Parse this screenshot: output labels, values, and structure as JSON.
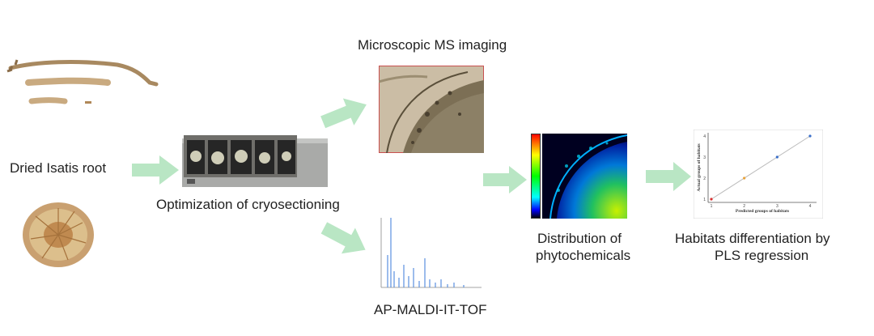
{
  "labels": {
    "dried_root": "Dried Isatis root",
    "cryosectioning": "Optimization of cryosectioning",
    "microscopic": "Microscopic MS imaging",
    "maldi": "AP-MALDI-IT-TOF",
    "distribution_line1": "Distribution of",
    "distribution_line2": "phytochemicals",
    "habitats_line1": "Habitats differentiation by",
    "habitats_line2": "PLS regression"
  },
  "plot_axes": {
    "xlabel": "Predicted groups of habitats",
    "ylabel": "Actual groups of habitats",
    "x_ticks": [
      "1",
      "2",
      "3",
      "4"
    ],
    "y_ticks": [
      "1",
      "2",
      "3",
      "4"
    ]
  },
  "chart_data": {
    "type": "scatter",
    "xlabel": "Predicted groups of habitats",
    "ylabel": "Actual groups of habitats",
    "xlim": [
      1,
      4
    ],
    "ylim": [
      1,
      4
    ],
    "points": [
      {
        "x": 1,
        "y": 1,
        "color": "#d93030"
      },
      {
        "x": 2,
        "y": 2,
        "color": "#e8a23a"
      },
      {
        "x": 3,
        "y": 3,
        "color": "#3a6fc9"
      },
      {
        "x": 4,
        "y": 4,
        "color": "#3a6fc9"
      }
    ]
  },
  "colors": {
    "arrow": "#b9e6c4",
    "steel": "#a9aaa8",
    "root_brown": "#b48c62",
    "section_bg": "#7c6f55"
  }
}
